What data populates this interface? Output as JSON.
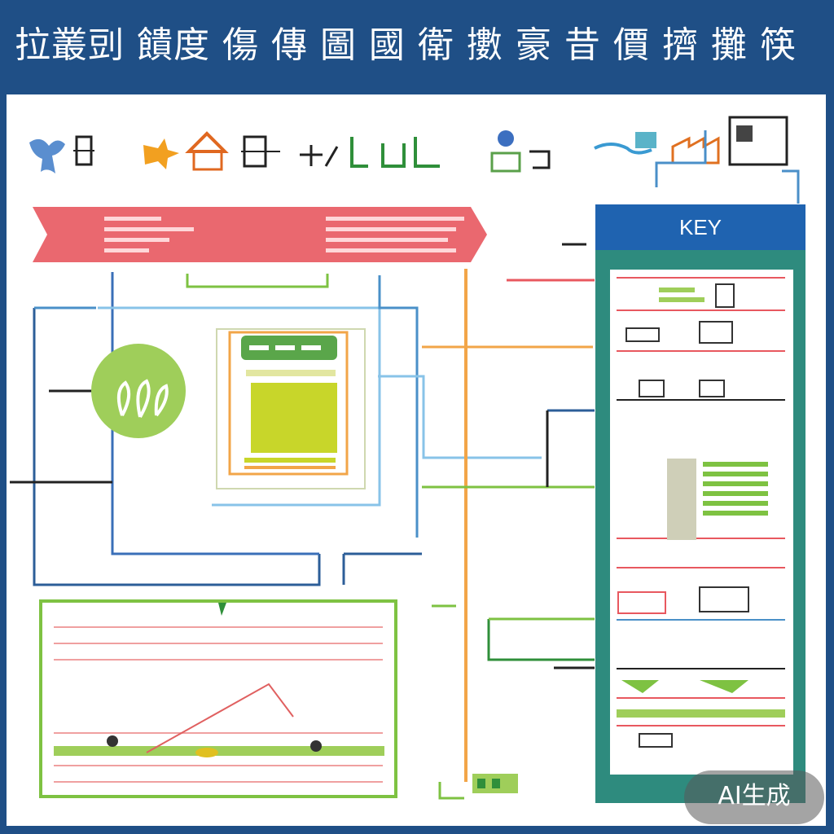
{
  "header": {
    "title": "拉叢剅 饋度 傷 傳 圖 國 衛 擻 豪 昔 價 擠 攤 筷"
  },
  "key": {
    "title": "KEY"
  },
  "watermark": {
    "label": "AI生成"
  },
  "colors": {
    "header_blue": "#1f4f86",
    "key_blue": "#1f63b0",
    "key_teal": "#2e8b7e",
    "banner_red": "#e8585f",
    "accent_green": "#7ec242",
    "plan_yellow": "#c8d62a",
    "line_blue": "#4a90c8",
    "line_orange": "#f2a548"
  },
  "icons": {
    "tree_icon": "tree-icon",
    "factory_icon": "factory-icon"
  }
}
